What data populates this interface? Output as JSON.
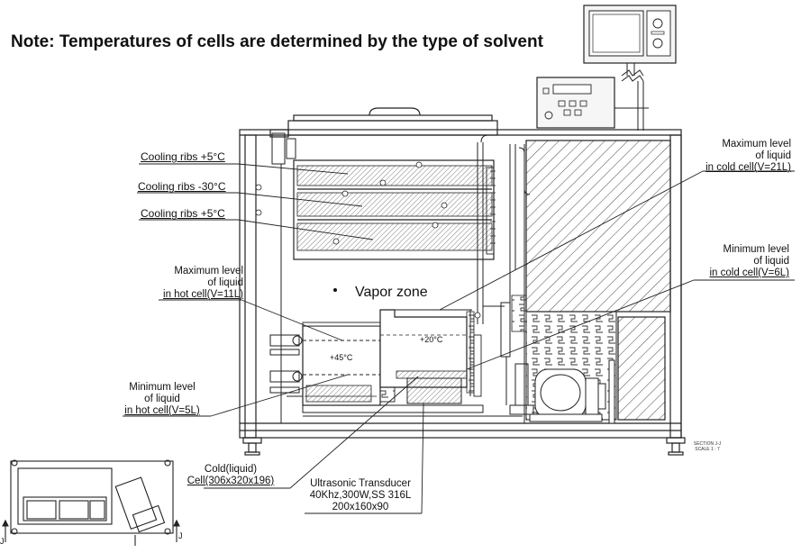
{
  "note": "Note: Temperatures of cells are determined by the type of solvent",
  "labels": {
    "cooling_ribs_top": "Cooling ribs +5°C",
    "cooling_ribs_mid": "Cooling ribs -30°C",
    "cooling_ribs_bottom": "Cooling ribs +5°C",
    "max_hot": [
      "Maximum level",
      "of liquid",
      "in hot cell(V=11L)"
    ],
    "min_hot": [
      "Minimum level",
      "of liquid",
      "in hot cell(V=5L)"
    ],
    "max_cold": [
      "Maximum level",
      "of liquid",
      "in cold cell(V=21L)"
    ],
    "min_cold": [
      "Minimum level",
      "of liquid",
      "in cold cell(V=6L)"
    ],
    "vapor_zone": "Vapor zone",
    "hot_temp": "+45°C",
    "cold_temp": "+20°C",
    "cold_cell": [
      "Cold(liquid)",
      "Cell(306x320x196)"
    ],
    "transducer": [
      "Ultrasonic Transducer",
      "40Khz,300W,SS 316L",
      "200x160x90"
    ],
    "section": [
      "SECTION J-J",
      "SCALE 1 : 7"
    ],
    "section_marker": "J"
  }
}
